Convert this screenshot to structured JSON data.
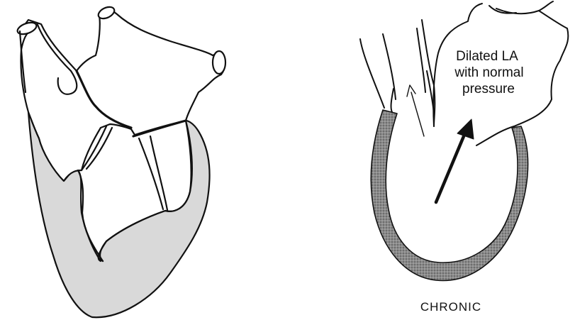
{
  "right_panel": {
    "la_label_lines": [
      "Dilated LA",
      "with normal",
      "pressure"
    ],
    "caption": "CHRONIC"
  }
}
